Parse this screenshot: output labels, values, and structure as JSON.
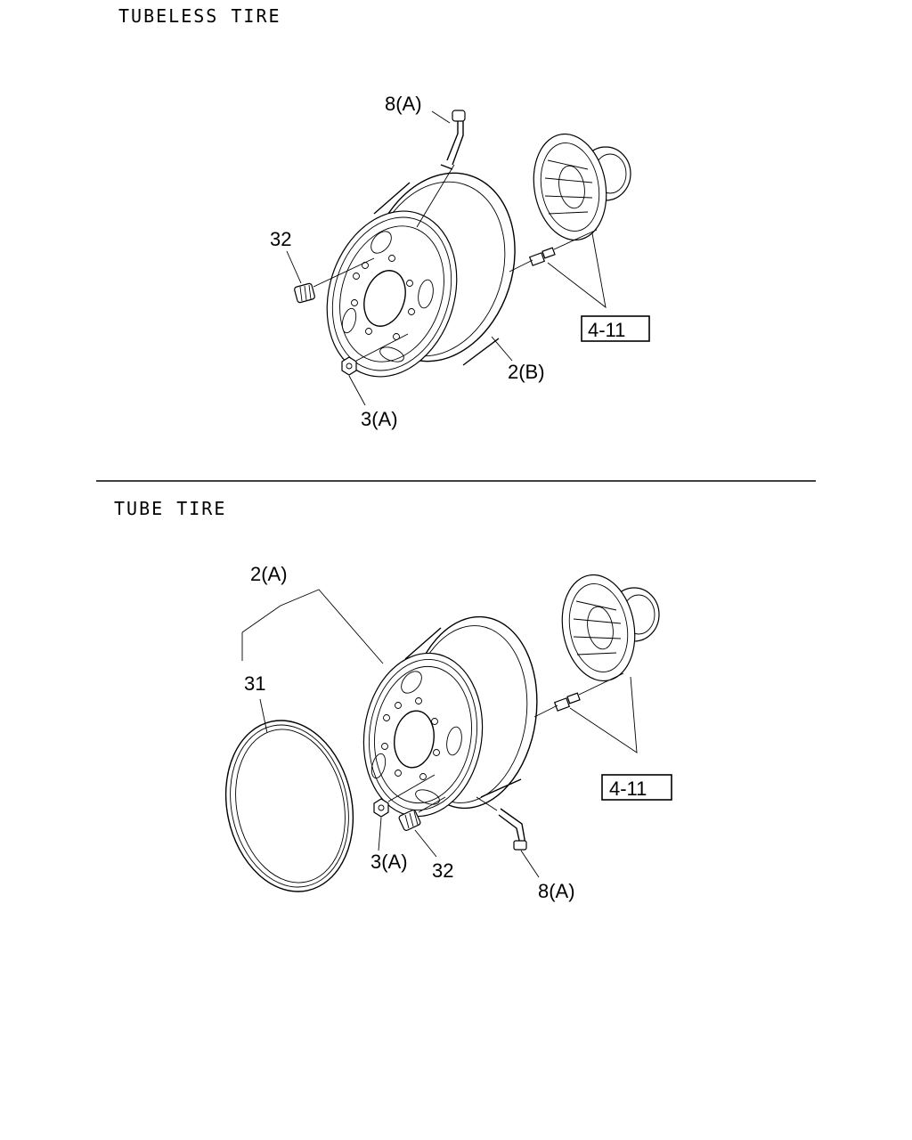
{
  "sections": {
    "tubeless": {
      "title": "TUBELESS TIRE",
      "labels": {
        "valve": "8(A)",
        "nut_outer": "32",
        "nut_inner": "3(A)",
        "wheel": "2(B)",
        "ref": "4-11"
      }
    },
    "tube": {
      "title": "TUBE TIRE",
      "labels": {
        "wheel": "2(A)",
        "flap": "31",
        "nut_inner": "3(A)",
        "nut_outer": "32",
        "valve": "8(A)",
        "ref": "4-11"
      }
    }
  }
}
